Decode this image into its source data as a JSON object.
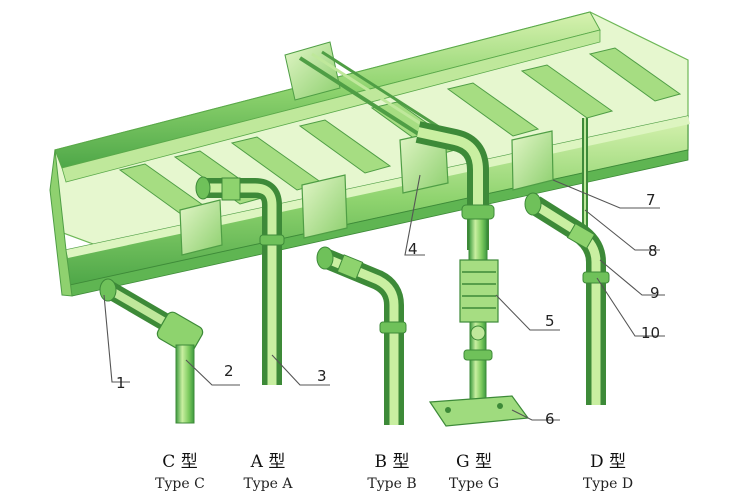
{
  "callouts": [
    "1",
    "2",
    "3",
    "4",
    "5",
    "6",
    "7",
    "8",
    "9",
    "10"
  ],
  "types": [
    {
      "zh": "C 型",
      "en": "Type C"
    },
    {
      "zh": "A 型",
      "en": "Type A"
    },
    {
      "zh": "B 型",
      "en": "Type B"
    },
    {
      "zh": "G 型",
      "en": "Type G"
    },
    {
      "zh": "D 型",
      "en": "Type D"
    }
  ],
  "colors": {
    "green_light": "#d7f2b0",
    "green": "#8ed36e",
    "green_mid": "#6fc15a",
    "green_dark": "#3d9a3f",
    "line": "#555555"
  }
}
